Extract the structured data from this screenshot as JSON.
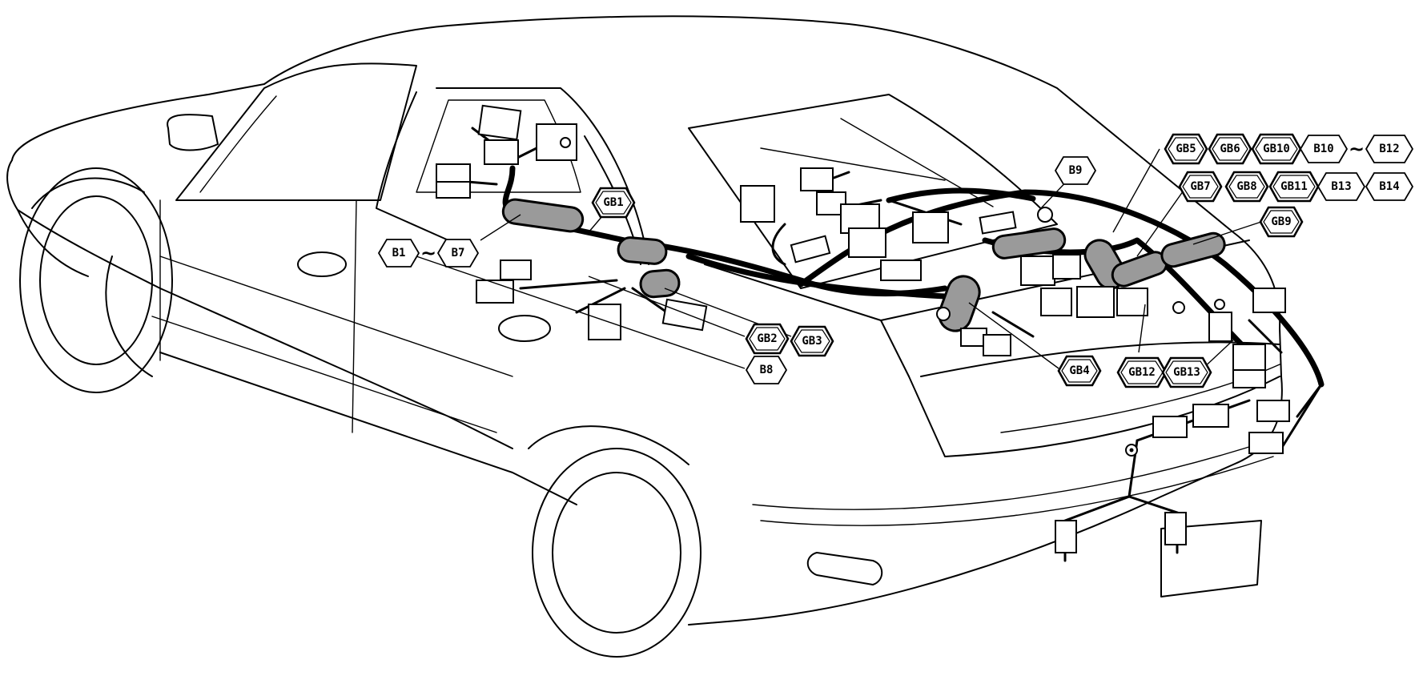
{
  "labels": {
    "b1": "B1",
    "b7": "B7",
    "b8": "B8",
    "b9": "B9",
    "b10": "B10",
    "b12": "B12",
    "b13": "B13",
    "b14": "B14",
    "gb1": "GB1",
    "gb2": "GB2",
    "gb3": "GB3",
    "gb4": "GB4",
    "gb5": "GB5",
    "gb6": "GB6",
    "gb7": "GB7",
    "gb8": "GB8",
    "gb9": "GB9",
    "gb10": "GB10",
    "gb11": "GB11",
    "gb12": "GB12",
    "gb13": "GB13"
  },
  "range_separators": {
    "b1_b7": "~",
    "b10_b12": "~"
  },
  "colors": {
    "line": "#000000",
    "background": "#ffffff",
    "harness_tube": "#9a9a9a"
  }
}
